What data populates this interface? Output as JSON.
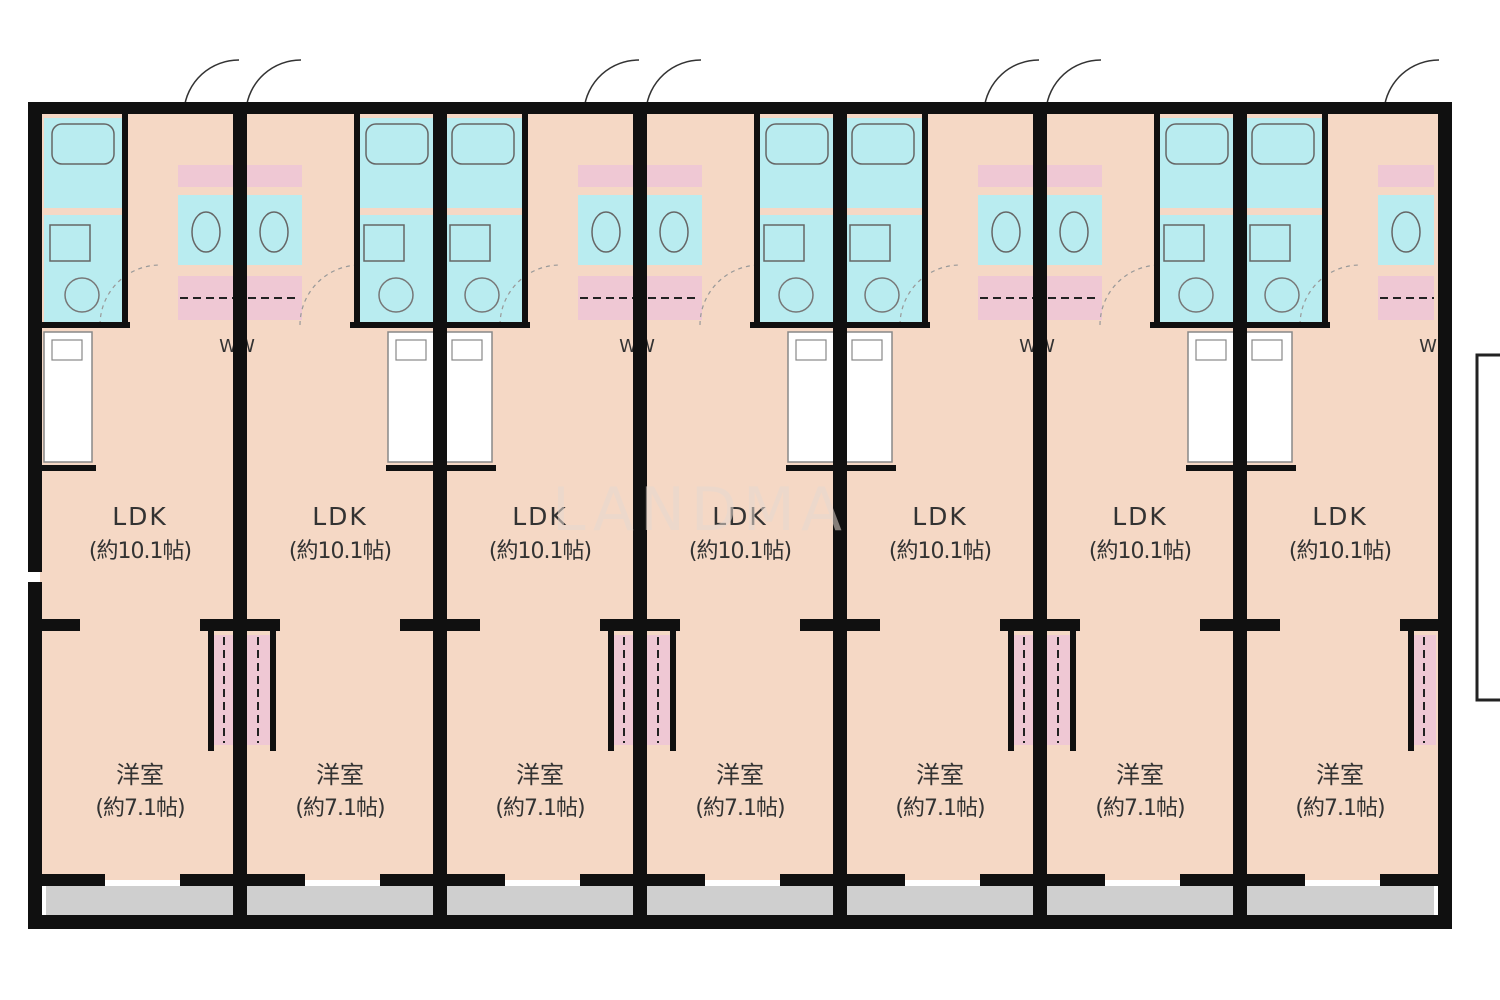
{
  "watermark": "LANDMA",
  "colors": {
    "floor": "#f5d8c5",
    "wet": "#b9ecf0",
    "closet": "#efc8d4",
    "balcony": "#cfcfcf",
    "wall": "#101010"
  },
  "units": [
    {
      "ldk_label": "LDK",
      "ldk_area": "(約10.1帖)",
      "room_label": "洋室",
      "room_area": "(約7.1帖)",
      "closet_label": "W"
    },
    {
      "ldk_label": "LDK",
      "ldk_area": "(約10.1帖)",
      "room_label": "洋室",
      "room_area": "(約7.1帖)",
      "closet_label": "W"
    },
    {
      "ldk_label": "LDK",
      "ldk_area": "(約10.1帖)",
      "room_label": "洋室",
      "room_area": "(約7.1帖)",
      "closet_label": "W"
    },
    {
      "ldk_label": "LDK",
      "ldk_area": "(約10.1帖)",
      "room_label": "洋室",
      "room_area": "(約7.1帖)",
      "closet_label": "W"
    },
    {
      "ldk_label": "LDK",
      "ldk_area": "(約10.1帖)",
      "room_label": "洋室",
      "room_area": "(約7.1帖)",
      "closet_label": "W"
    },
    {
      "ldk_label": "LDK",
      "ldk_area": "(約10.1帖)",
      "room_label": "洋室",
      "room_area": "(約7.1帖)",
      "closet_label": "W"
    },
    {
      "ldk_label": "LDK",
      "ldk_area": "(約10.1帖)",
      "room_label": "洋室",
      "room_area": "(約7.1帖)",
      "closet_label": "W"
    }
  ]
}
